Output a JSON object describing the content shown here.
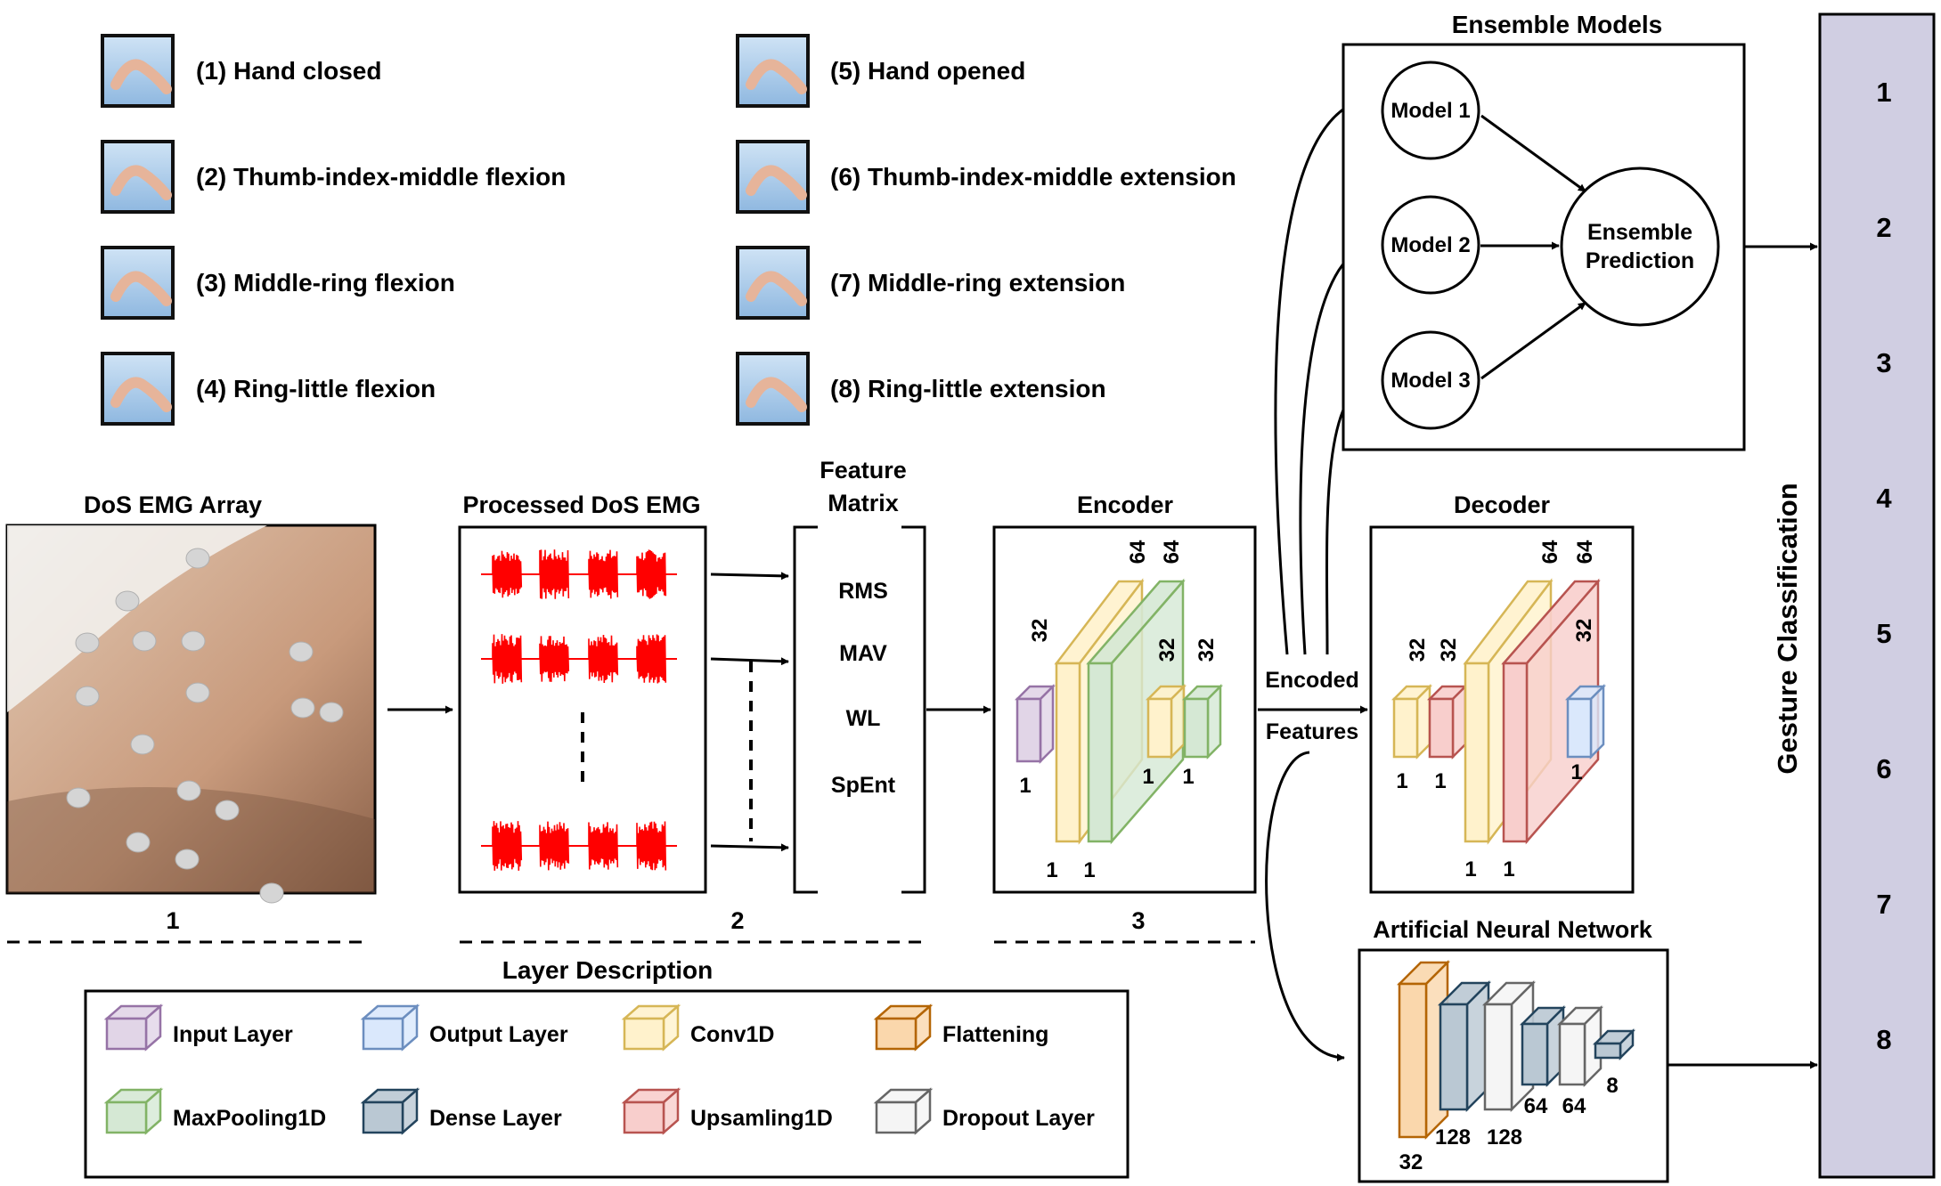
{
  "gestures": [
    {
      "label": "(1) Hand closed"
    },
    {
      "label": "(2) Thumb-index-middle flexion"
    },
    {
      "label": "(3) Middle-ring flexion"
    },
    {
      "label": "(4) Ring-little flexion"
    },
    {
      "label": "(5) Hand opened"
    },
    {
      "label": "(6) Thumb-index-middle extension"
    },
    {
      "label": "(7) Middle-ring extension"
    },
    {
      "label": "(8) Ring-little extension"
    }
  ],
  "stage1": {
    "title": "DoS EMG Array",
    "number": "1"
  },
  "stage2": {
    "title": "Processed DoS EMG",
    "number": "2"
  },
  "feature_matrix": {
    "title_line1": "Feature",
    "title_line2": "Matrix",
    "items": [
      "RMS",
      "MAV",
      "WL",
      "SpEnt"
    ]
  },
  "encoder": {
    "title": "Encoder",
    "number": "3",
    "labels": [
      "32",
      "64",
      "64",
      "32",
      "32",
      "1",
      "1",
      "1",
      "1",
      "1"
    ]
  },
  "encoded_features": {
    "line1": "Encoded",
    "line2": "Features"
  },
  "decoder": {
    "title": "Decoder",
    "labels": [
      "32",
      "32",
      "64",
      "64",
      "32",
      "1",
      "1",
      "1",
      "1",
      "1"
    ]
  },
  "ensemble": {
    "title": "Ensemble Models",
    "models": [
      "Model 1",
      "Model 2",
      "Model 3"
    ],
    "prediction_line1": "Ensemble",
    "prediction_line2": "Prediction"
  },
  "ann": {
    "title": "Artificial Neural Network",
    "labels": [
      "32",
      "128",
      "128",
      "64",
      "64",
      "8"
    ]
  },
  "gesture_classification": {
    "title": "Gesture Classification",
    "classes": [
      "1",
      "2",
      "3",
      "4",
      "5",
      "6",
      "7",
      "8"
    ]
  },
  "legend": {
    "title": "Layer Description",
    "items": [
      {
        "label": "Input Layer",
        "fill": "#e1d5e7",
        "stroke": "#9673a6"
      },
      {
        "label": "Output Layer",
        "fill": "#dae8fc",
        "stroke": "#6c8ebf"
      },
      {
        "label": "Conv1D",
        "fill": "#fff2cc",
        "stroke": "#d6b656"
      },
      {
        "label": "Flattening",
        "fill": "#fad7ac",
        "stroke": "#b46504"
      },
      {
        "label": "MaxPooling1D",
        "fill": "#d5e8d4",
        "stroke": "#82b366"
      },
      {
        "label": "Dense Layer",
        "fill": "#bac8d3",
        "stroke": "#23445d"
      },
      {
        "label": "Upsamling1D",
        "fill": "#f8cecc",
        "stroke": "#b85450"
      },
      {
        "label": "Dropout Layer",
        "fill": "#f5f5f5",
        "stroke": "#666666"
      }
    ]
  },
  "colors": {
    "emg_signal": "#ff0000",
    "classification_bar": "#d0cee2",
    "skin": "#c9a38a"
  }
}
